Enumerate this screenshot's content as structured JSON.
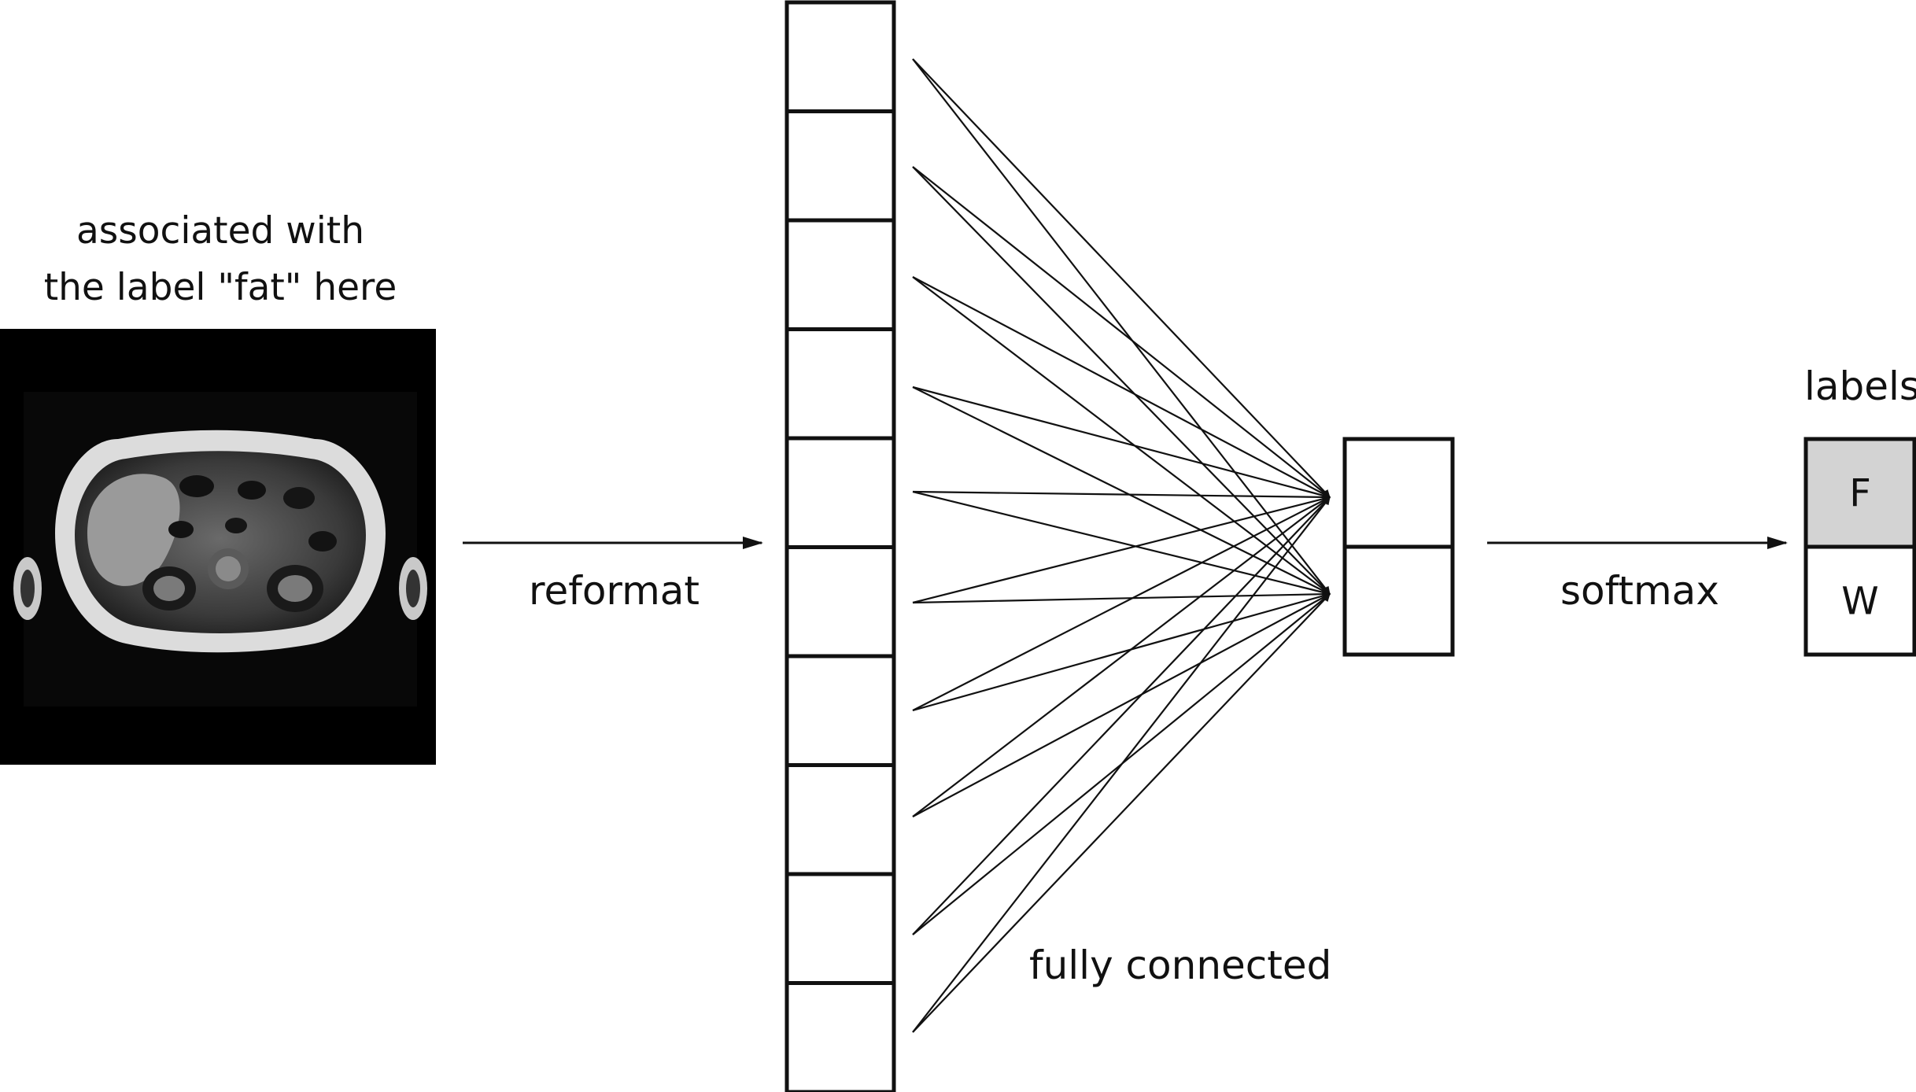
{
  "caption": {
    "line1": "associated with",
    "line2": "the label \"fat\" here"
  },
  "labels": {
    "reformat": "reformat",
    "fully_connected": "fully connected",
    "softmax": "softmax",
    "labels_title": "labels"
  },
  "output_labels": [
    {
      "text": "F",
      "fill": "#d3d3d3"
    },
    {
      "text": "W",
      "fill": "#ffffff"
    }
  ],
  "vector_cells": 10,
  "fc_nodes": 2
}
